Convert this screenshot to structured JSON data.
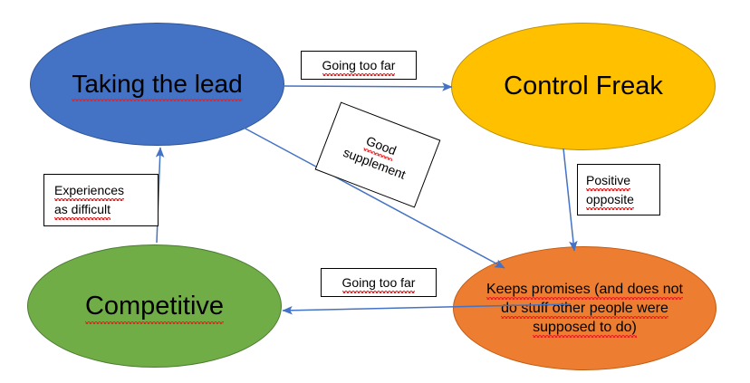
{
  "diagram": {
    "title": "Taking the lead behaviour relationship diagram",
    "background_color": "#FFFFFF",
    "connector_color": "#4472C4",
    "nodes": [
      {
        "id": "taking-the-lead",
        "label": "Taking the lead",
        "fill_color": "#4472C4",
        "outline_color": "#2F5597",
        "shape": "ellipse",
        "spellcheck_underlined": true
      },
      {
        "id": "control-freak",
        "label": "Control Freak",
        "fill_color": "#FFC000",
        "outline_color": "#BF9000",
        "shape": "ellipse",
        "spellcheck_underlined": false
      },
      {
        "id": "competitive",
        "label": "Competitive",
        "fill_color": "#70AD47",
        "outline_color": "#4B7B31",
        "shape": "ellipse",
        "spellcheck_underlined": true
      },
      {
        "id": "keeps-promises",
        "label": "Keeps promises (and does not do stuff other people were supposed to do)",
        "line1": "Keeps promises (and does not",
        "line2": "do stuff other people were",
        "line3": "supposed to do)",
        "fill_color": "#ED7D31",
        "outline_color": "#C25A11",
        "shape": "ellipse",
        "spellcheck_underlined": true
      }
    ],
    "labels": [
      {
        "id": "going-too-far-top",
        "text": "Going too far",
        "from": "taking-the-lead",
        "to": "control-freak",
        "rotation_deg": 0
      },
      {
        "id": "good-supplement",
        "line1": "Good",
        "line2": "supplement",
        "text": "Good supplement",
        "from": "taking-the-lead",
        "to": "keeps-promises",
        "rotation_deg": 21
      },
      {
        "id": "positive-opposite",
        "line1": "Positive",
        "line2": "opposite",
        "text": "Positive opposite",
        "from": "control-freak",
        "to": "keeps-promises",
        "rotation_deg": 0
      },
      {
        "id": "experiences-as-difficult",
        "line1": "Experiences",
        "line2": "as difficult",
        "text": "Experiences as difficult",
        "from": "competitive",
        "to": "taking-the-lead",
        "rotation_deg": 0
      },
      {
        "id": "going-too-far-bottom",
        "text": "Going too far",
        "from": "keeps-promises",
        "to": "competitive",
        "rotation_deg": 0
      }
    ],
    "arrows": [
      {
        "id": "arrow-lead-to-control",
        "from": "taking-the-lead",
        "to": "control-freak",
        "direction": "right"
      },
      {
        "id": "arrow-lead-to-keeps",
        "from": "taking-the-lead",
        "to": "keeps-promises",
        "direction": "down-right"
      },
      {
        "id": "arrow-control-to-keeps",
        "from": "control-freak",
        "to": "keeps-promises",
        "direction": "down"
      },
      {
        "id": "arrow-competitive-to-lead",
        "from": "competitive",
        "to": "taking-the-lead",
        "direction": "up"
      },
      {
        "id": "arrow-keeps-to-competitive",
        "from": "keeps-promises",
        "to": "competitive",
        "direction": "left"
      }
    ]
  }
}
